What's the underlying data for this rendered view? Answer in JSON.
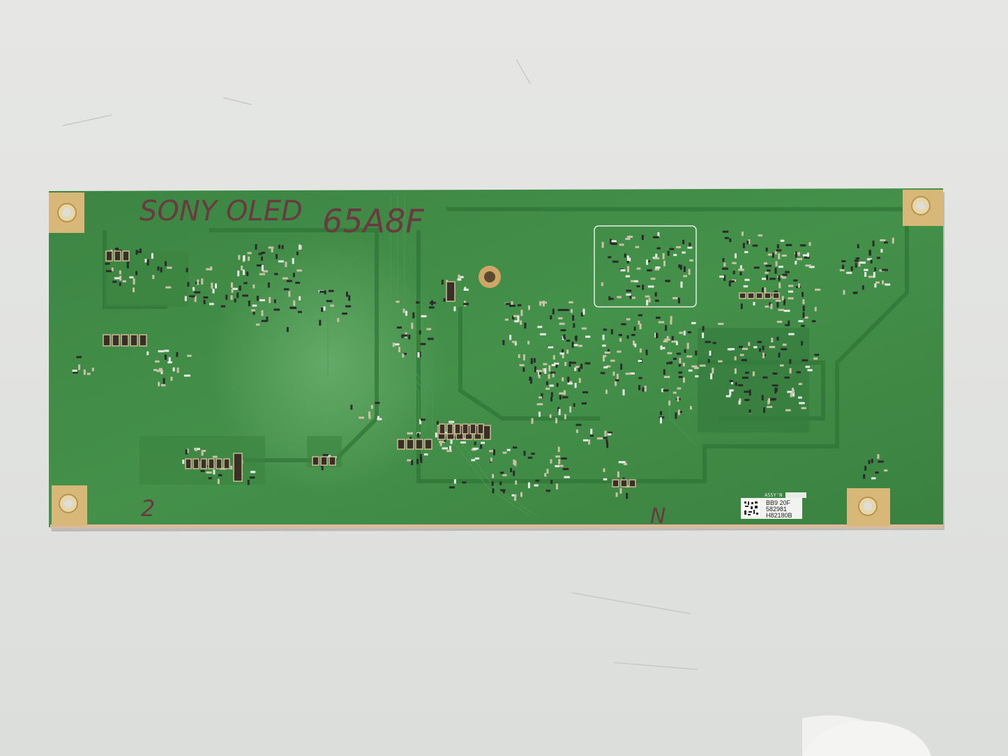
{
  "photo": {
    "subject": "Sony OLED TV timing control board (rear side)",
    "colors": {
      "background": "#e4e5e3",
      "pcb": "#3f8a45",
      "pcb_dark": "#2f6f37",
      "mounting_pad": "#d8b878",
      "ink": "#6a3a40"
    }
  },
  "handwriting": {
    "brand_model": "SONY OLED",
    "model_number": "65A8F",
    "corner_mark": "2",
    "bottom_mark": "N"
  },
  "board_label": {
    "assy": "ASSY'N",
    "line1": "BB9 20F",
    "line2": "582981",
    "line3": "H82180B"
  }
}
